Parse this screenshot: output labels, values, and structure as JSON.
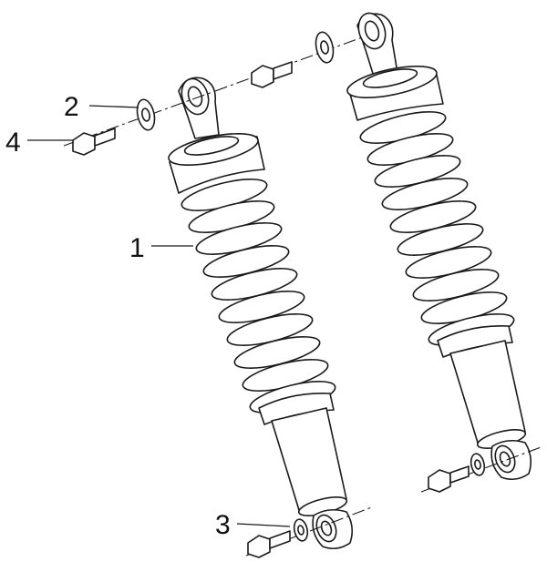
{
  "callouts": [
    {
      "id": "part-1",
      "label": "1"
    },
    {
      "id": "part-2",
      "label": "2"
    },
    {
      "id": "part-3",
      "label": "3"
    },
    {
      "id": "part-4",
      "label": "4"
    }
  ],
  "colors": {
    "line": "#1a1a1a",
    "background": "#ffffff"
  }
}
